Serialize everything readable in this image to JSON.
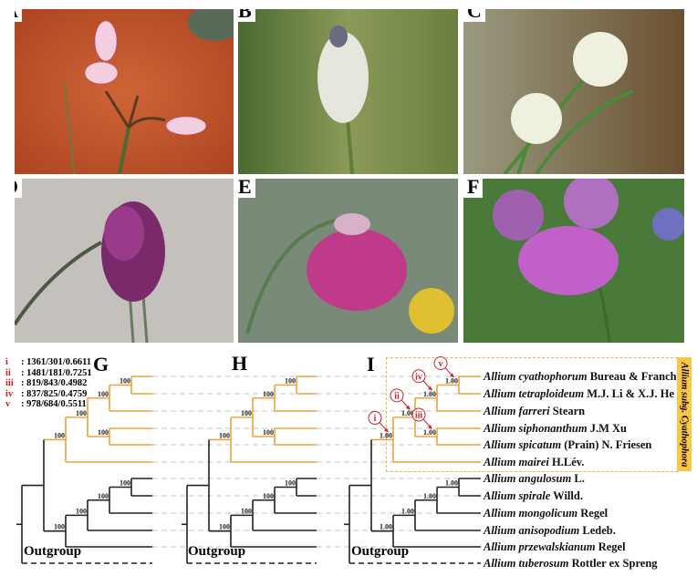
{
  "photos": [
    {
      "label": "A",
      "colors": {
        "bg": "#c8582c",
        "bg2": "#a8401e",
        "flower": "#f2c4d4",
        "stem": "#5a6a30"
      }
    },
    {
      "label": "B",
      "colors": {
        "bg": "#5a7a3a",
        "bg2": "#a8a060",
        "flower": "#e8e8e0",
        "stem": "#5f7e33"
      }
    },
    {
      "label": "C",
      "colors": {
        "bg": "#8a8a70",
        "bg2": "#6a5030",
        "flower": "#eef0e0",
        "stem": "#4a8a3a"
      }
    },
    {
      "label": "D",
      "colors": {
        "bg": "#c8c4c0",
        "bg2": "#a8a8a0",
        "flower": "#7a2a6a",
        "stem": "#4a5a40"
      }
    },
    {
      "label": "E",
      "colors": {
        "bg": "#7a8a78",
        "bg2": "#a09060",
        "flower": "#c03a8a",
        "stem": "#5a7a50"
      }
    },
    {
      "label": "F",
      "colors": {
        "bg": "#4a7a3a",
        "bg2": "#a060b0",
        "flower": "#c060c8",
        "stem": "#4a7a3a"
      }
    }
  ],
  "legend": [
    {
      "num": "i",
      "value": ": 1361/301/0.6611"
    },
    {
      "num": "ii",
      "value": ": 1481/181/0.7251"
    },
    {
      "num": "iii",
      "value": ": 819/843/0.4982"
    },
    {
      "num": "iv",
      "value": ": 837/825/0.4759"
    },
    {
      "num": "v",
      "value": ": 978/684/0.5511"
    }
  ],
  "panels": {
    "G": "G",
    "H": "H",
    "I": "I"
  },
  "outgroup_label": "Outgroup",
  "clade_label": "Allium subg. Cyathophora",
  "colors": {
    "ingroup": "#f2a23a",
    "tree": "#222222",
    "guide": "#c4c4c4",
    "marker": "#d0202a",
    "clade_box": "#f2b443",
    "clade_tag": "#f7c64b"
  },
  "taxa": [
    {
      "italic": "Allium cyathophorum",
      "authority": "Bureau & Franch"
    },
    {
      "italic": "Allium tetraploideum",
      "authority": "M.J. Li & X.J. He"
    },
    {
      "italic": "Allium farreri",
      "authority": "Stearn"
    },
    {
      "italic": "Allium siphonanthum",
      "authority": "J.M Xu"
    },
    {
      "italic": "Allium spicatum",
      "authority": "(Prain) N. Friesen"
    },
    {
      "italic": "Allium mairei",
      "authority": "H.Lév."
    },
    {
      "italic": "Allium angulosum",
      "authority": "L."
    },
    {
      "italic": "Allium spirale",
      "authority": "Willd."
    },
    {
      "italic": "Allium mongolicum",
      "authority": "Regel"
    },
    {
      "italic": "Allium anisopodium",
      "authority": "Ledeb."
    },
    {
      "italic": "Allium przewalskianum",
      "authority": "Regel"
    },
    {
      "italic": "Allium tuberosum",
      "authority": "Rottler ex Spreng"
    }
  ],
  "topology": {
    "id": "root",
    "children": [
      {
        "id": "A",
        "children": [
          {
            "id": "i",
            "ingroup": true,
            "children": [
              {
                "id": "ii",
                "children": [
                  {
                    "id": "iv",
                    "children": [
                      {
                        "id": "v",
                        "children": [
                          {
                            "tip": 0
                          },
                          {
                            "tip": 1
                          }
                        ]
                      },
                      {
                        "tip": 2
                      }
                    ]
                  },
                  {
                    "id": "iii",
                    "children": [
                      {
                        "tip": 3
                      },
                      {
                        "tip": 4
                      }
                    ]
                  }
                ]
              },
              {
                "tip": 5
              }
            ]
          },
          {
            "id": "b1",
            "children": [
              {
                "id": "b2",
                "children": [
                  {
                    "id": "b3",
                    "children": [
                      {
                        "id": "b4",
                        "children": [
                          {
                            "tip": 6
                          },
                          {
                            "tip": 7
                          }
                        ]
                      },
                      {
                        "tip": 8
                      }
                    ]
                  },
                  {
                    "tip": 9
                  }
                ]
              },
              {
                "tip": 10
              }
            ]
          }
        ]
      },
      {
        "tip": 11,
        "outgroup": true
      }
    ]
  },
  "trees": [
    {
      "panel": "G",
      "support": {
        "i": "100",
        "ii": "100",
        "iv": "100",
        "v": "100",
        "iii": "100",
        "b1": "100",
        "b2": "100",
        "b3": "100",
        "b4": "100"
      }
    },
    {
      "panel": "H",
      "support": {
        "i": "100",
        "ii": "100",
        "iv": "100",
        "v": "100",
        "iii": "100",
        "b1": "100",
        "b2": "100",
        "b3": "100",
        "b4": "100"
      }
    },
    {
      "panel": "I",
      "support": {
        "i": "1.00",
        "ii": "1.00",
        "iv": "1.00",
        "v": "1.00",
        "iii": "1.00",
        "b1": "1.00",
        "b2": "1.00",
        "b3": "1.00",
        "b4": "1.00"
      },
      "markers": [
        {
          "node": "i",
          "label": "i"
        },
        {
          "node": "ii",
          "label": "ii"
        },
        {
          "node": "iv",
          "label": "iv"
        },
        {
          "node": "v",
          "label": "v"
        },
        {
          "node": "iii",
          "label": "iii"
        }
      ]
    }
  ]
}
